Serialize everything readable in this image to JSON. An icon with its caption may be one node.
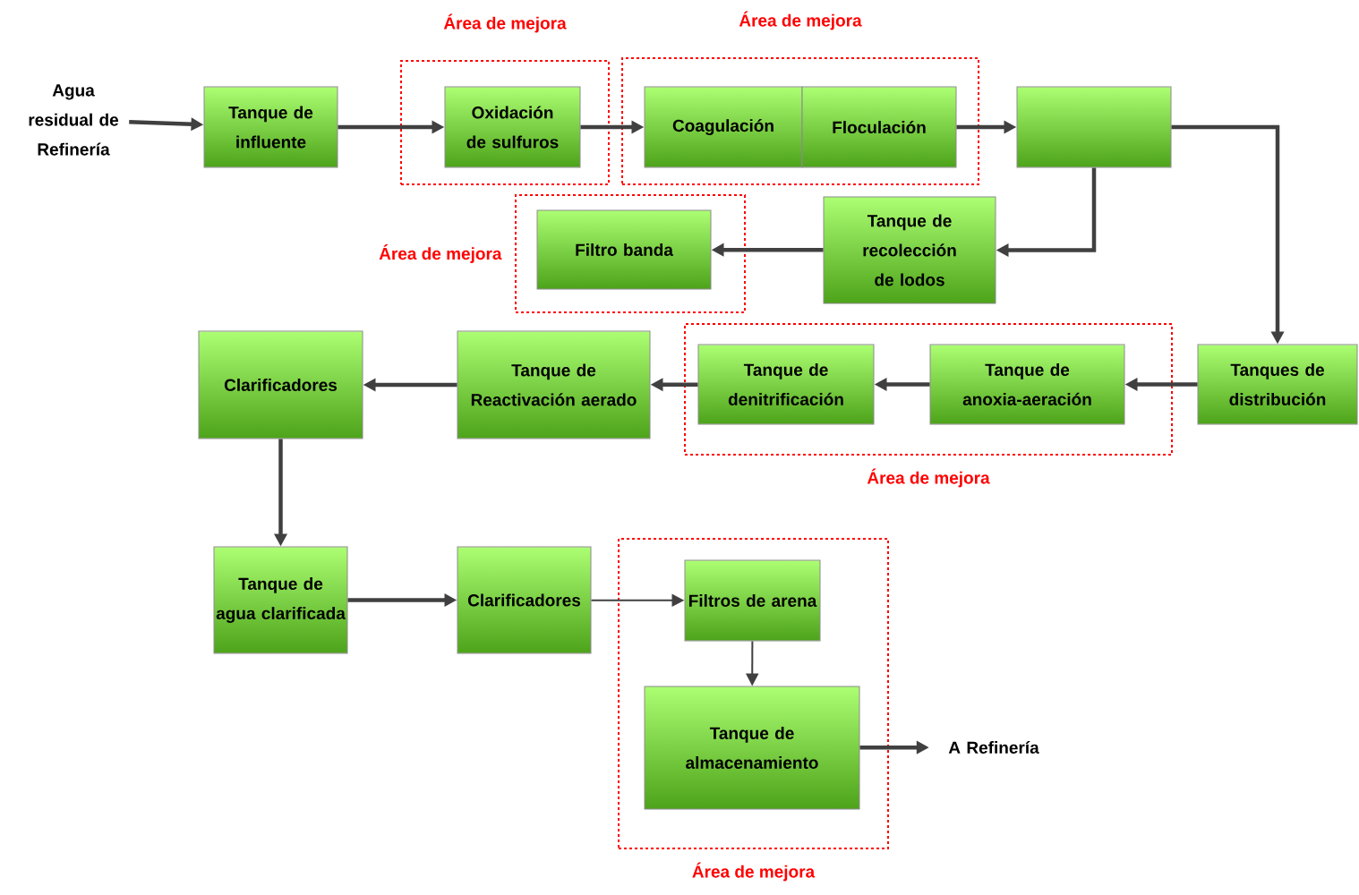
{
  "diagram": {
    "nodes": [
      {
        "text": [
          "Agua residual de Refinería"
        ]
      },
      {
        "text": [
          "Tanque de influente"
        ]
      },
      {
        "text": [
          "Área de mejora"
        ]
      },
      {
        "text": [
          "Oxidación de sulfuros"
        ],
        "in": 2
      },
      {
        "text": [
          "Área de mejora"
        ]
      },
      {
        "text": [
          "Coagulación"
        ],
        "in": 4
      },
      {
        "text": [
          "Floculación"
        ],
        "in": 4
      },
      {
        "text": [],
        "shape": "box"
      },
      {
        "text": [
          "Área de mejora"
        ]
      },
      {
        "text": [
          "Filtro banda"
        ],
        "in": 8
      },
      {
        "text": [
          "Tanque de recolección de lodos"
        ]
      },
      {
        "text": [
          "Clarificadores"
        ]
      },
      {
        "text": [
          "Tanque de Reactivación aerado"
        ]
      },
      {
        "text": [
          "Área de mejora"
        ]
      },
      {
        "text": [
          "Tanque de denitrificación"
        ],
        "in": 13
      },
      {
        "text": [
          "Tanque de anoxia-aeración"
        ],
        "in": 13
      },
      {
        "text": [
          "Tanques de distribución"
        ]
      },
      {
        "text": [
          "Tanque de agua clarificada"
        ]
      },
      {
        "text": [
          "Clarificadores"
        ]
      },
      {
        "text": [
          "Área de mejora"
        ]
      },
      {
        "text": [
          "Filtros de arena"
        ],
        "in": 19
      },
      {
        "text": [
          "Tanque de almacenamiento"
        ],
        "in": 19
      },
      {
        "text": [
          "A Refinería"
        ]
      }
    ],
    "edges": [
      {
        "from": 0,
        "to": 1,
        "arrow": "to"
      },
      {
        "from": 1,
        "to": 3,
        "arrow": "to"
      },
      {
        "from": 3,
        "to": 5,
        "arrow": "to"
      },
      {
        "from": 6,
        "to": 7,
        "arrow": "to"
      },
      {
        "from": 7,
        "to": 16,
        "arrow": "to"
      },
      {
        "from": 7,
        "to": 10,
        "arrow": "to"
      },
      {
        "from": 10,
        "to": 9,
        "arrow": "to"
      },
      {
        "from": 16,
        "to": 15,
        "arrow": "to"
      },
      {
        "from": 15,
        "to": 14,
        "arrow": "to"
      },
      {
        "from": 14,
        "to": 12,
        "arrow": "to"
      },
      {
        "from": 12,
        "to": 11,
        "arrow": "to"
      },
      {
        "from": 11,
        "to": 17,
        "arrow": "to"
      },
      {
        "from": 17,
        "to": 18,
        "arrow": "to"
      },
      {
        "from": 18,
        "to": 20,
        "arrow": "to"
      },
      {
        "from": 20,
        "to": 21,
        "arrow": "to"
      },
      {
        "from": 21,
        "to": 22,
        "arrow": "to"
      }
    ]
  }
}
